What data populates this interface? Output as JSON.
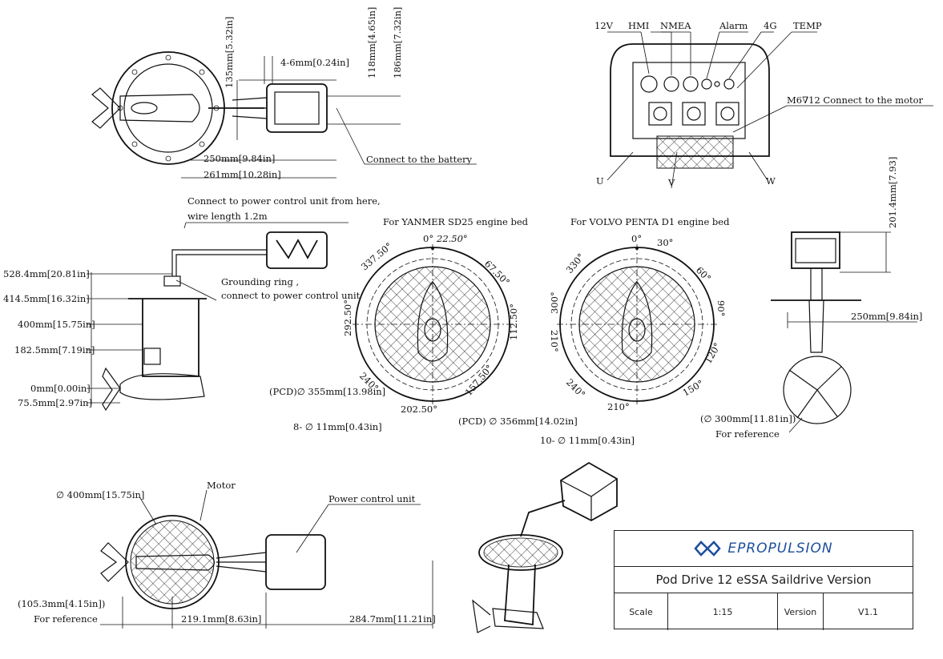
{
  "ports": {
    "p12v": "12V",
    "hmi": "HMI",
    "nmea": "NMEA",
    "alarm": "Alarm",
    "p4g": "4G",
    "temp": "TEMP"
  },
  "labels": {
    "m6": "M6∇12 Connect to the motor",
    "u": "U",
    "v": "V",
    "w": "W",
    "battery": "Connect to the battery",
    "pcu_from1": "Connect to power control unit from here,",
    "pcu_from2": "wire length 1.2m",
    "ground1": "Grounding ring ,",
    "ground2": "connect to power control unit",
    "yanmer": "For YANMER SD25 engine bed",
    "volvo": "For VOLVO PENTA D1 engine bed",
    "motor": "Motor",
    "pcu": "Power control unit",
    "ref1": "For reference",
    "ref2": "For reference"
  },
  "dims": {
    "d135": "135mm[5.32in]",
    "d46": "4-6mm[0.24in]",
    "d118": "118mm[4.65in]",
    "d186": "186mm[7.32in]",
    "d250a": "250mm[9.84in]",
    "d261": "261mm[10.28in]",
    "h528": "528.4mm[20.81in]",
    "h414": "414.5mm[16.32in]",
    "h400": "400mm[15.75in]",
    "h182": "182.5mm[7.19in]",
    "h0": "0mm[0.00in]",
    "h75": "75.5mm[2.97in]",
    "pcd355": "(PCD)∅ 355mm[13.98in]",
    "holes8": "8- ∅ 11mm[0.43in]",
    "pcd356": "(PCD) ∅ 356mm[14.02in]",
    "holes10": "10- ∅ 11mm[0.43in]",
    "d201": "201.4mm[7.93]",
    "d250b": "250mm[9.84in]",
    "d300": "(∅ 300mm[11.81in])",
    "d400": "∅ 400mm[15.75in]",
    "d105": "(105.3mm[4.15in])",
    "d219": "219.1mm[8.63in]",
    "d284": "284.7mm[11.21in]"
  },
  "angles_yanmer": {
    "a0": "0°",
    "a22": "22.50°",
    "a67": "67.50°",
    "a112": "112.50°",
    "a157": "157.50°",
    "a202": "202.50°",
    "a240": "240°",
    "a292": "292.50°",
    "a337": "337.50°"
  },
  "angles_volvo": {
    "a0": "0°",
    "a30": "30°",
    "a60": "60°",
    "a90": "90°",
    "a120": "120°",
    "a150": "150°",
    "a210a": "210°",
    "a210b": "210°",
    "a240": "240°",
    "a300": "300°",
    "a330": "330°"
  },
  "titleblock": {
    "brand": "EPROPULSION",
    "title": "Pod Drive 12 eSSA Saildrive Version",
    "scale_label": "Scale",
    "scale_value": "1:15",
    "version_label": "Version",
    "version_value": "V1.1"
  },
  "colors": {
    "brand": "#1d4f9c",
    "line": "#111111"
  }
}
